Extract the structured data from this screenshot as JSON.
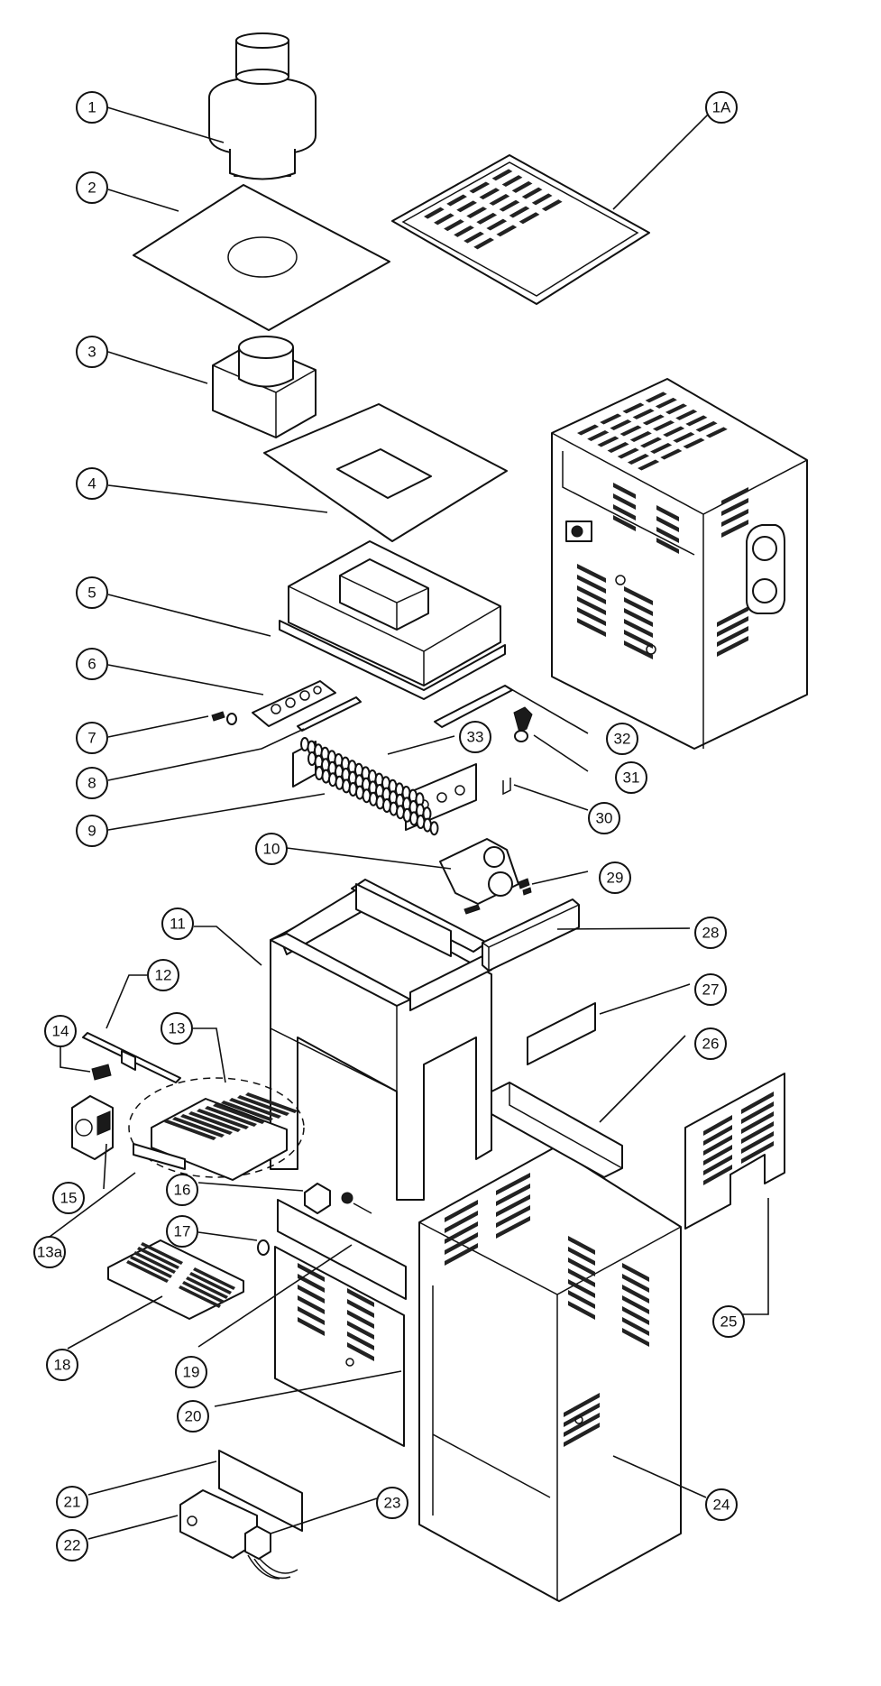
{
  "callouts": [
    {
      "id": "c1",
      "label": "1"
    },
    {
      "id": "c1a",
      "label": "1A"
    },
    {
      "id": "c2",
      "label": "2"
    },
    {
      "id": "c3",
      "label": "3"
    },
    {
      "id": "c4",
      "label": "4"
    },
    {
      "id": "c5",
      "label": "5"
    },
    {
      "id": "c6",
      "label": "6"
    },
    {
      "id": "c7",
      "label": "7"
    },
    {
      "id": "c8",
      "label": "8"
    },
    {
      "id": "c9",
      "label": "9"
    },
    {
      "id": "c10",
      "label": "10"
    },
    {
      "id": "c11",
      "label": "11"
    },
    {
      "id": "c12",
      "label": "12"
    },
    {
      "id": "c13",
      "label": "13"
    },
    {
      "id": "c13a",
      "label": "13a"
    },
    {
      "id": "c14",
      "label": "14"
    },
    {
      "id": "c15",
      "label": "15"
    },
    {
      "id": "c16",
      "label": "16"
    },
    {
      "id": "c17",
      "label": "17"
    },
    {
      "id": "c18",
      "label": "18"
    },
    {
      "id": "c19",
      "label": "19"
    },
    {
      "id": "c20",
      "label": "20"
    },
    {
      "id": "c21",
      "label": "21"
    },
    {
      "id": "c22",
      "label": "22"
    },
    {
      "id": "c23",
      "label": "23"
    },
    {
      "id": "c24",
      "label": "24"
    },
    {
      "id": "c25",
      "label": "25"
    },
    {
      "id": "c26",
      "label": "26"
    },
    {
      "id": "c27",
      "label": "27"
    },
    {
      "id": "c28",
      "label": "28"
    },
    {
      "id": "c29",
      "label": "29"
    },
    {
      "id": "c30",
      "label": "30"
    },
    {
      "id": "c31",
      "label": "31"
    },
    {
      "id": "c32",
      "label": "32"
    },
    {
      "id": "c33",
      "label": "33"
    }
  ]
}
